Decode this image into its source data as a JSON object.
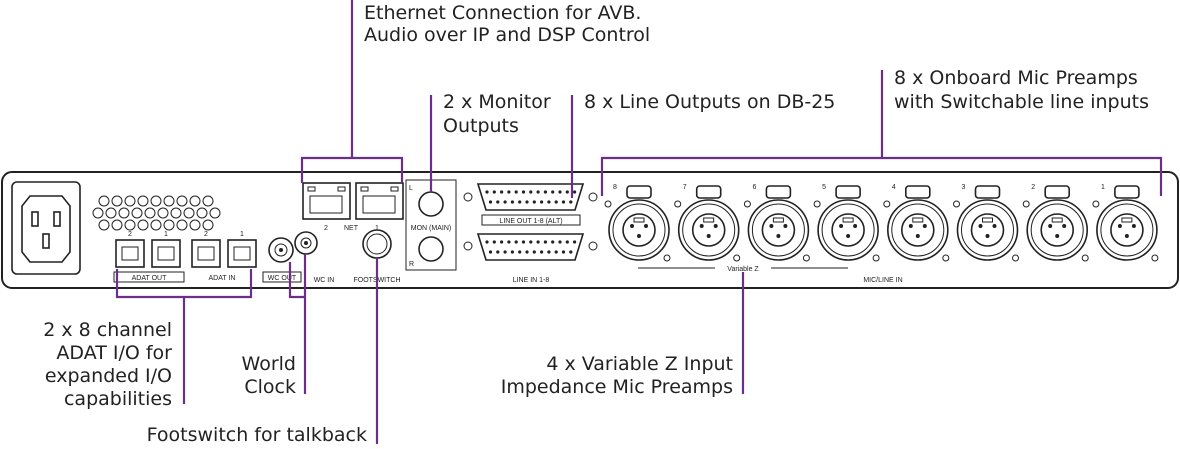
{
  "colors": {
    "leader": "#6b2e8a",
    "ink": "#222222",
    "panel": "#ffffff"
  },
  "callouts": {
    "ethernet": [
      "Ethernet Connection for AVB.",
      "Audio over IP and DSP Control"
    ],
    "monitor": [
      "2 x Monitor",
      "Outputs"
    ],
    "line_outputs": [
      "8 x Line Outputs on DB-25"
    ],
    "onboard": [
      "8 x Onboard Mic Preamps",
      "with Switchable line inputs"
    ],
    "adat": [
      "2 x 8 channel",
      "ADAT I/O for",
      "expanded I/O",
      "capabilities"
    ],
    "world_clock": [
      "World",
      "Clock"
    ],
    "variable_z": [
      "4 x Variable Z Input",
      "Impedance Mic Preamps"
    ],
    "footswitch": [
      "Footswitch for talkback"
    ]
  },
  "panel_labels": {
    "adat_out": "ADAT OUT",
    "adat_in": "ADAT IN",
    "adat_port_numbers": [
      "2",
      "1",
      "2",
      "1"
    ],
    "wc_out": "WC OUT",
    "wc_in": "WC IN",
    "footswitch": "FOOTSWITCH",
    "net": "NET",
    "net_port_numbers": [
      "2",
      "1"
    ],
    "mon_main": "MON (MAIN)",
    "mon_l": "L",
    "mon_r": "R",
    "line_out": "LINE OUT 1-8 (ALT)",
    "line_in": "LINE IN 1-8",
    "variable_z": "Variable Z",
    "mic_line_in": "MIC/LINE IN",
    "xlr_numbers": [
      "8",
      "7",
      "6",
      "5",
      "4",
      "3",
      "2",
      "1"
    ]
  }
}
